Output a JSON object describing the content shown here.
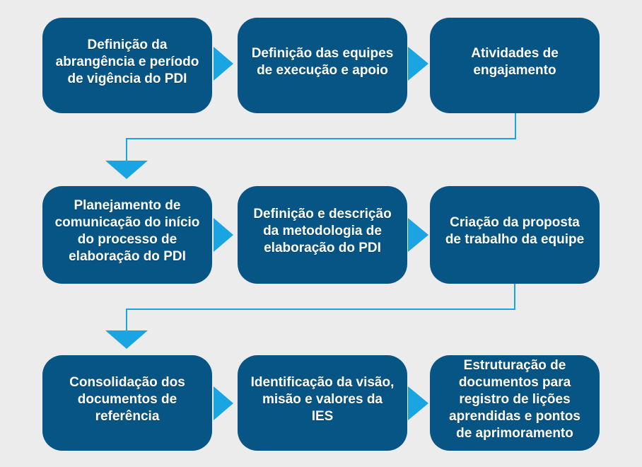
{
  "colors": {
    "background": "#ececec",
    "node_fill": "#075585",
    "arrow": "#1aa4e2",
    "node_text": "#ffffff"
  },
  "nodes": [
    {
      "label": "Definição da\nabrangência e período\nde vigência do PDI"
    },
    {
      "label": "Definição das equipes\nde execução e apoio"
    },
    {
      "label": "Atividades de\nengajamento"
    },
    {
      "label": "Planejamento de\ncomunicação do início\ndo processo de\nelaboração do PDI"
    },
    {
      "label": "Definição e descrição\nda metodologia de\nelaboração do PDI"
    },
    {
      "label": "Criação da proposta\nde trabalho da equipe"
    },
    {
      "label": "Consolidação dos\ndocumentos de\nreferência"
    },
    {
      "label": "Identificação da visão,\nmisão e valores da\nIES"
    },
    {
      "label": "Estruturação de\ndocumentos para\nregistro de lições\naprendidas e pontos\nde aprimoramento"
    }
  ]
}
